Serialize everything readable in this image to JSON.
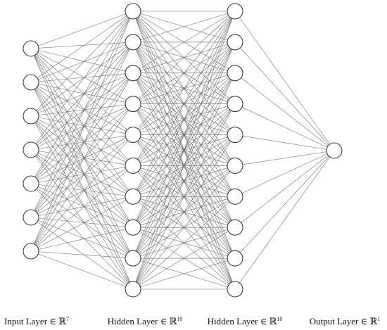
{
  "diagram": {
    "type": "neural-network",
    "layers": [
      {
        "label": "Input Layer",
        "symbol": "∈ ℝ",
        "dimension": "7",
        "nodes": 7
      },
      {
        "label": "Hidden Layer",
        "symbol": "∈ ℝ",
        "dimension": "10",
        "nodes": 10
      },
      {
        "label": "Hidden Layer",
        "symbol": "∈ ℝ",
        "dimension": "10",
        "nodes": 10
      },
      {
        "label": "Output Layer",
        "symbol": "∈ ℝ",
        "dimension": "1",
        "nodes": 1
      }
    ],
    "connections": "fully-connected",
    "colors": {
      "edge": "#6e6e6e",
      "node_stroke": "#3a3a3a",
      "node_fill": "#ffffff"
    }
  }
}
